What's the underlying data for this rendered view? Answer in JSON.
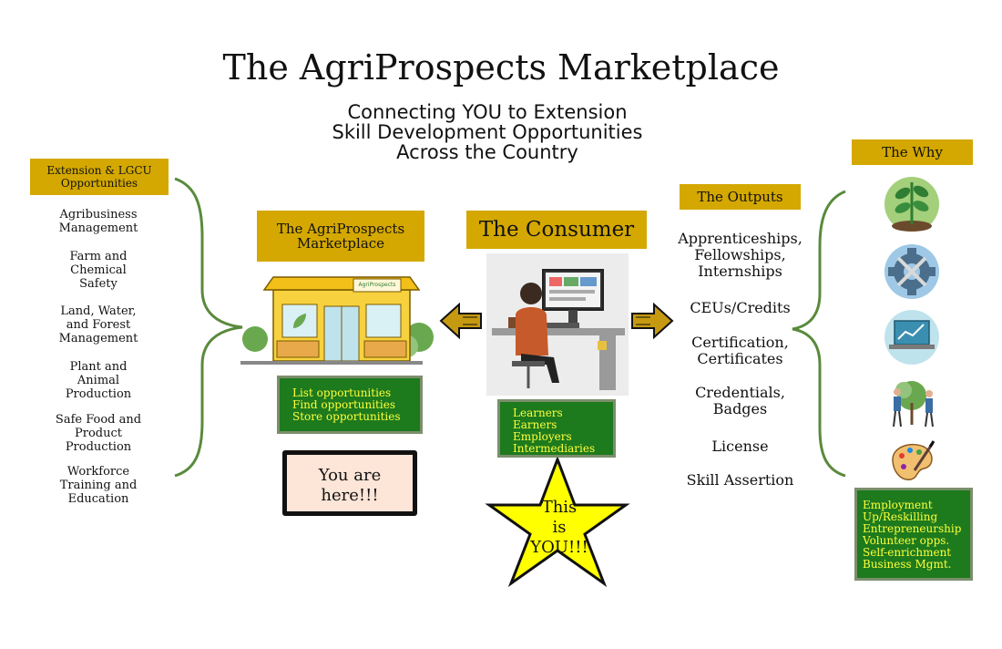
{
  "title": "The AgriProspects Marketplace",
  "subtitle": [
    "Connecting YOU to Extension",
    "Skill Development Opportunities",
    "Across the Country"
  ],
  "left_panel": {
    "header": [
      "Extension & LGCU",
      "Opportunities"
    ],
    "items": [
      [
        "Agribusiness",
        "Management"
      ],
      [
        "Farm and",
        "Chemical",
        "Safety"
      ],
      [
        "Land, Water,",
        "and Forest",
        "Management"
      ],
      [
        "Plant and",
        "Animal",
        "Production"
      ],
      [
        "Safe Food and",
        "Product",
        "Production"
      ],
      [
        "Workforce",
        "Training and",
        "Education"
      ]
    ]
  },
  "marketplace": {
    "header": [
      "The AgriProspects",
      "Marketplace"
    ],
    "actions": [
      "List opportunities",
      "Find opportunities",
      "Store opportunities"
    ],
    "you_are_here": [
      "You are",
      "here!!!"
    ],
    "shop_sign": "AgriProspects"
  },
  "consumer": {
    "header": "The Consumer",
    "roles": [
      "Learners",
      "Earners",
      "Employers",
      "Intermediaries"
    ],
    "star_text": [
      "This",
      "is",
      "YOU!!!"
    ]
  },
  "outputs": {
    "header": "The Outputs",
    "items": [
      [
        "Apprenticeships,",
        "Fellowships,",
        "Internships"
      ],
      [
        "CEUs/Credits"
      ],
      [
        "Certification,",
        "Certificates"
      ],
      [
        "Credentials,",
        "Badges"
      ],
      [
        "License"
      ],
      [
        "Skill Assertion"
      ]
    ]
  },
  "why": {
    "header": "The Why",
    "icons": [
      "plant-sprout-icon",
      "gear-tools-icon",
      "laptop-growth-chart-icon",
      "people-planting-tree-icon",
      "paint-palette-icon"
    ],
    "items": [
      "Employment",
      "Up/Reskilling",
      "Entrepreneurship",
      "Volunteer opps.",
      "Self-enrichment",
      "Business Mgmt."
    ]
  },
  "colors": {
    "gold": "#d4a800",
    "green_box": "#1d7a1d",
    "green_text": "#ffff3a",
    "brace_green": "#5a8a3c",
    "star_yellow": "#ffff00",
    "here_fill": "#fde5d8"
  }
}
